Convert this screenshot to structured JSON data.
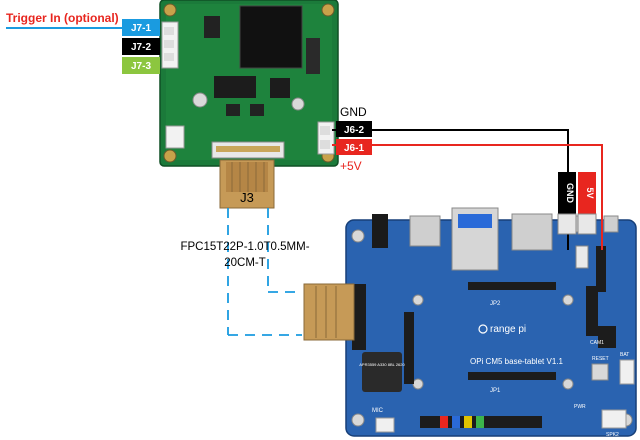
{
  "trigger": {
    "label": "Trigger In (optional)",
    "color": "#e8261f",
    "line_color": "#1a9be0"
  },
  "pins_j7": [
    {
      "label": "J7-1",
      "color": "#1a9be0"
    },
    {
      "label": "J7-2",
      "color": "#000000"
    },
    {
      "label": "J7-3",
      "color": "#8cc63f"
    }
  ],
  "pins_j6": [
    {
      "label": "J6-2",
      "color": "#000000",
      "note": "GND"
    },
    {
      "label": "J6-1",
      "color": "#e8261f",
      "note": "+5V"
    }
  ],
  "camera_board": {
    "connector_label": "J3"
  },
  "cable": {
    "line1": "FPC15T22P-1.0T0.5MM-",
    "line2": "20CM-T"
  },
  "carrier_plugs": [
    {
      "label": "GND",
      "color": "#000000"
    },
    {
      "label": "5V",
      "color": "#e8261f"
    }
  ],
  "carrier_board": {
    "brand": "range pi",
    "model": "OPi CM5 base-tablet V1.1",
    "silk": [
      "JP2",
      "JP1",
      "MIC",
      "CAM1",
      "RESET",
      "SPK2",
      "BAT",
      "PWR"
    ],
    "chip": "APR3559 A330 8BL 2620"
  },
  "colors": {
    "board_green": "#1b7a3a",
    "board_blue": "#2a63b0",
    "wire_gnd": "#000000",
    "wire_5v": "#e8261f",
    "dash": "#1a9be0"
  }
}
